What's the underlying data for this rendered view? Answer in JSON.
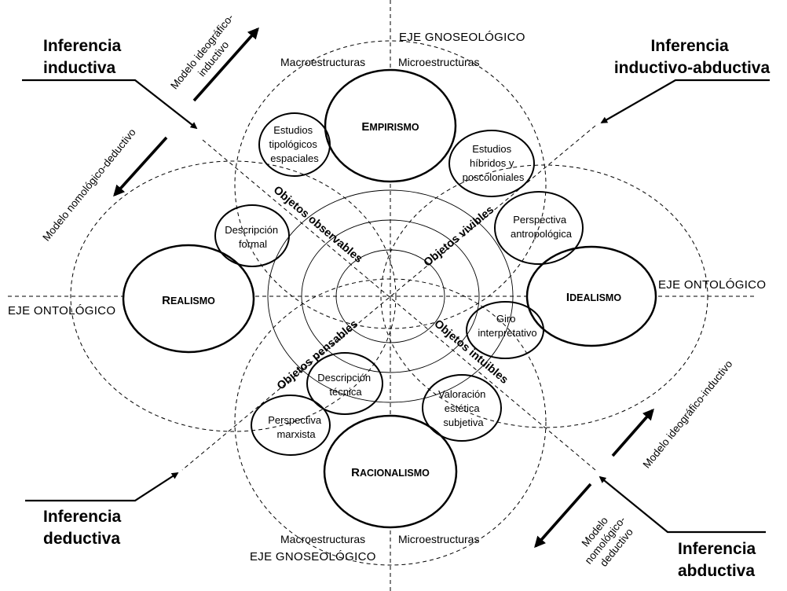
{
  "axes": {
    "gnoseologico_top": "EJE GNOSEOLÓGICO",
    "gnoseologico_bottom": "EJE GNOSEOLÓGICO",
    "ontologico_left": "EJE ONTOLÓGICO",
    "ontologico_right": "EJE ONTOLÓGICO"
  },
  "structures": {
    "macro_top": "Macroestructuras",
    "micro_top": "Microestructuras",
    "macro_bottom": "Macroestructuras",
    "micro_bottom": "Microestructuras"
  },
  "paradigms": {
    "empirismo": {
      "first": "E",
      "rest": "MPIRISMO"
    },
    "realismo": {
      "first": "R",
      "rest": "EALISMO"
    },
    "idealismo": {
      "first": "I",
      "rest": "DEALISMO"
    },
    "racionalismo": {
      "first": "R",
      "rest": "ACIONALISMO"
    }
  },
  "approaches": {
    "tipologicos": [
      "Estudios",
      "tipológicos",
      "espaciales"
    ],
    "hibridos": [
      "Estudios",
      "híbridos y",
      "poscoloniales"
    ],
    "antropologica": [
      "Perspectiva",
      "antropológica"
    ],
    "formal": [
      "Descripción",
      "formal"
    ],
    "interpretativo": [
      "Giro",
      "interpretativo"
    ],
    "tecnica": [
      "Descripción",
      "técnica"
    ],
    "marxista": [
      "Perspectiva",
      "marxista"
    ],
    "estetica": [
      "Valoración",
      "estética",
      "subjetiva"
    ]
  },
  "objects": {
    "observables": "Objetos observables",
    "vivibles": "Objetos vivibles",
    "pensables": "Objetos pensables",
    "intuibles": "Objetos intuibles"
  },
  "inferences": {
    "inductiva": [
      "Inferencia",
      "inductiva"
    ],
    "inductivo_abductiva": [
      "Inferencia",
      "inductivo-abductiva"
    ],
    "deductiva": [
      "Inferencia",
      "deductiva"
    ],
    "abductiva": [
      "Inferencia",
      "abductiva"
    ]
  },
  "models": {
    "ideografico_top": [
      "Modelo ideográfico-",
      "inductivo"
    ],
    "nomologico_top": "Modelo nomológico-deductivo",
    "ideografico_bottom": "Modelo ideográfico-inductivo",
    "nomologico_bottom": [
      "Modelo",
      "nomológico-",
      "deductivo"
    ]
  }
}
